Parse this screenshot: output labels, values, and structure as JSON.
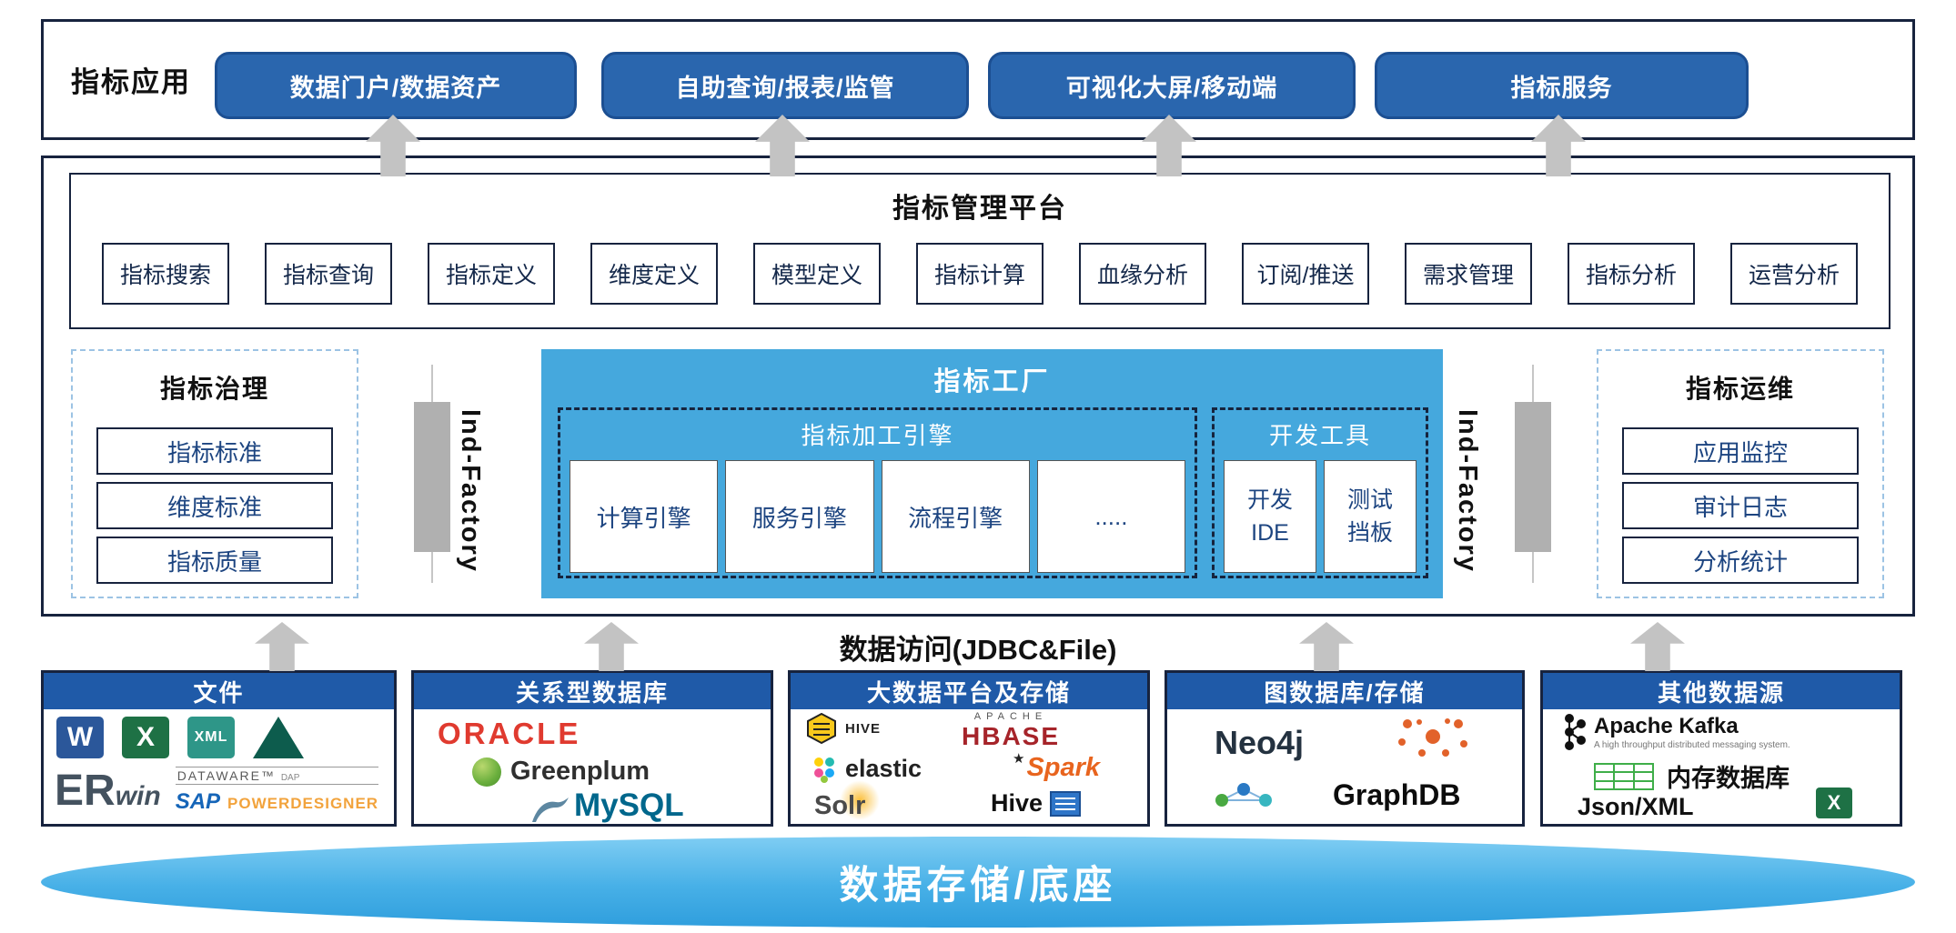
{
  "app_layer": {
    "label": "指标应用",
    "buttons": [
      "数据门户/数据资产",
      "自助查询/报表/监管",
      "可视化大屏/移动端",
      "指标服务"
    ]
  },
  "management": {
    "title": "指标管理平台",
    "items": [
      "指标搜索",
      "指标查询",
      "指标定义",
      "维度定义",
      "模型定义",
      "指标计算",
      "血缘分析",
      "订阅/推送",
      "需求管理",
      "指标分析",
      "运营分析"
    ]
  },
  "governance": {
    "title": "指标治理",
    "items": [
      "指标标准",
      "维度标准",
      "指标质量"
    ]
  },
  "factory": {
    "title": "指标工厂",
    "side_label": "Ind-Factory",
    "engine_group": {
      "title": "指标加工引擎",
      "items": [
        "计算引擎",
        "服务引擎",
        "流程引擎",
        "....."
      ]
    },
    "tools_group": {
      "title": "开发工具",
      "items": [
        {
          "line1": "开发",
          "line2": "IDE"
        },
        {
          "line1": "测试",
          "line2": "挡板"
        }
      ]
    }
  },
  "operations": {
    "title": "指标运维",
    "items": [
      "应用监控",
      "审计日志",
      "分析统计"
    ]
  },
  "data_access": {
    "label": "数据访问(JDBC&File)"
  },
  "datasources": {
    "files": {
      "title": "文件",
      "logos": {
        "word": "W",
        "excel": "X",
        "xml": "XML",
        "erwin_er": "ER",
        "erwin_win": "win",
        "dataware": "DATAWARE™",
        "dataware_suffix": "DAP",
        "sap": "SAP",
        "powerdesigner": "POWERDESIGNER"
      }
    },
    "relational": {
      "title": "关系型数据库",
      "logos": {
        "oracle": "ORACLE",
        "greenplum": "Greenplum",
        "mysql": "MySQL"
      }
    },
    "bigdata": {
      "title": "大数据平台及存储",
      "logos": {
        "hive_label": "HIVE",
        "apache": "APACHE",
        "hbase": "HBASE",
        "elastic": "elastic",
        "spark": "Spark",
        "solr": "Solr",
        "hive_text": "Hive"
      }
    },
    "graph": {
      "title": "图数据库/存储",
      "logos": {
        "neo4j": "Neo4j",
        "graphdb": "GraphDB"
      }
    },
    "other": {
      "title": "其他数据源",
      "logos": {
        "kafka": "Apache Kafka",
        "kafka_tagline": "A high throughput distributed messaging system.",
        "memdb": "内存数据库",
        "jsonxml": "Json/XML",
        "excel": "X"
      }
    }
  },
  "storage": {
    "label": "数据存储/底座"
  },
  "icons": {
    "spark_star": "★"
  },
  "colors": {
    "button_blue": "#2a66ae",
    "header_blue": "#1f5aa8",
    "factory_blue": "#45a8dd",
    "arrow_gray": "#c3c3c3",
    "border_dark": "#17233e",
    "storage_blue": "#47b0e7"
  }
}
